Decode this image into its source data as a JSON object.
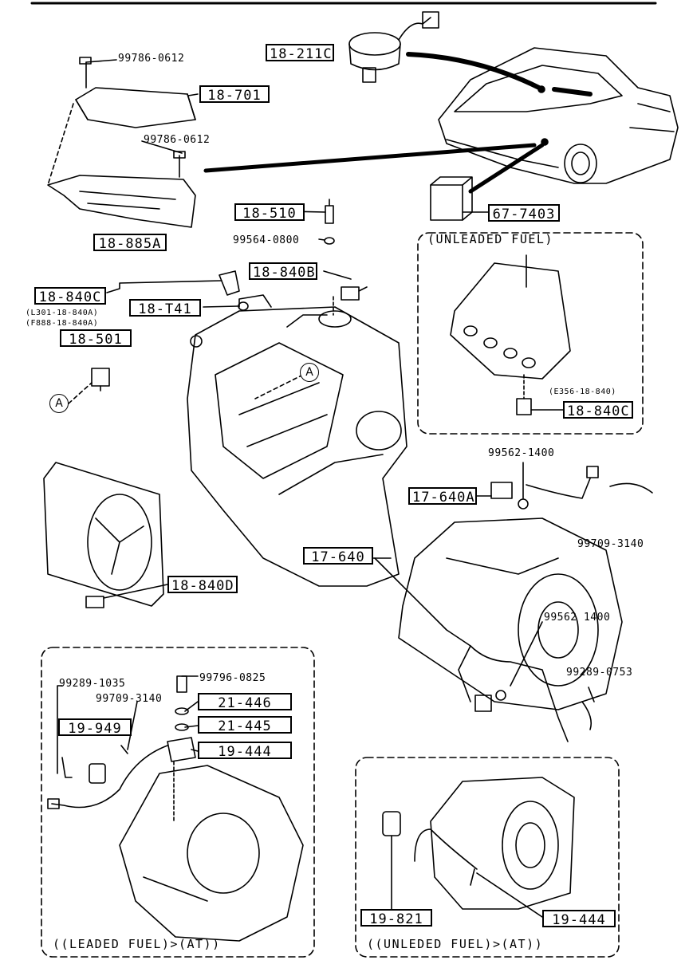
{
  "top_rule": true,
  "parts": {
    "p18_211C": "18-211C",
    "p18_701": "18-701",
    "p18_885A": "18-885A",
    "p18_510": "18-510",
    "p18_840B": "18-840B",
    "p18_840C": "18-840C",
    "p18_T41": "18-T41",
    "p18_501": "18-501",
    "p67_7403": "67-7403",
    "p18_840C_b": "18-840C",
    "p17_640A": "17-640A",
    "p17_640": "17-640",
    "p18_840D": "18-840D",
    "p21_446": "21-446",
    "p21_445": "21-445",
    "p19_444_a": "19-444",
    "p19_949": "19-949",
    "p19_821": "19-821",
    "p19_444_b": "19-444"
  },
  "numbers": {
    "n99786_0612_a": "99786-0612",
    "n99786_0612_b": "99786-0612",
    "n99564_0800": "99564-0800",
    "nL301": "(L301-18-840A)",
    "nF888": "(F888-18-840A)",
    "nE356": "(E356-18-840)",
    "n99562_1400_a": "99562-1400",
    "n99709_3140_a": "99709-3140",
    "n99562_1400_b": "99562 1400",
    "n99289_0753": "99289-0753",
    "n99289_1035": "99289-1035",
    "n99709_3140_b": "99709-3140",
    "n99796_0825": "99796-0825"
  },
  "markers": {
    "a1": "A",
    "a2": "A"
  },
  "captions": {
    "unleaded_fuel": "(UNLEADED FUEL)",
    "leaded_at": "((LEADED FUEL)>(AT))",
    "unleded_at": "((UNLEDED FUEL)>(AT))"
  }
}
